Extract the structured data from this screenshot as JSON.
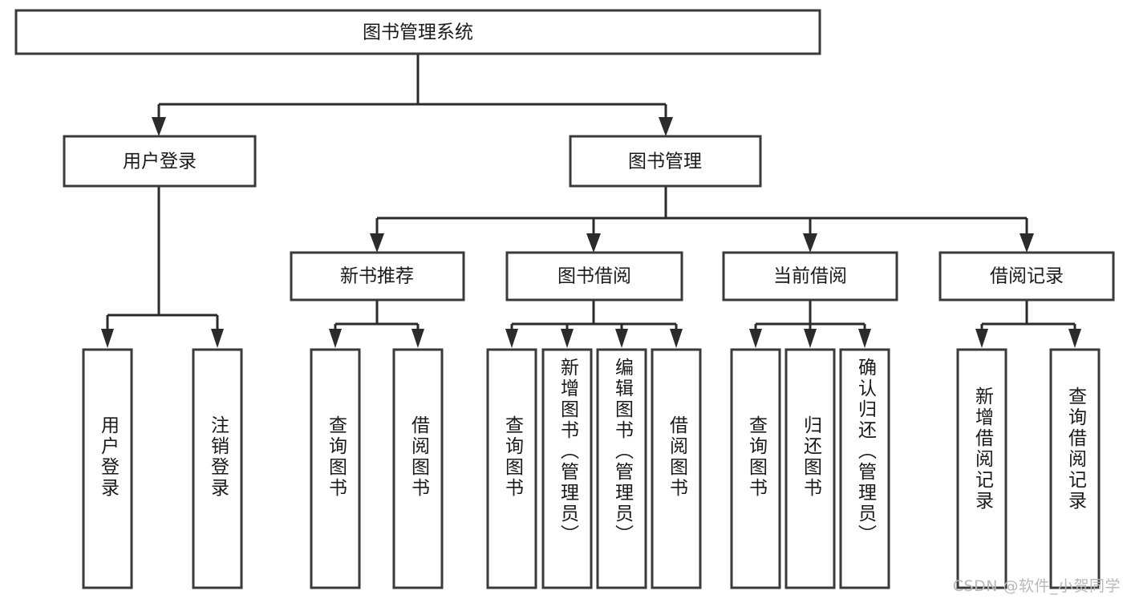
{
  "diagram": {
    "title": "图书管理系统",
    "type": "tree",
    "root": {
      "id": "root",
      "label": "图书管理系统",
      "orientation": "horizontal"
    },
    "level2": [
      {
        "id": "user-login",
        "label": "用户登录",
        "orientation": "horizontal"
      },
      {
        "id": "book-manage",
        "label": "图书管理",
        "orientation": "horizontal"
      }
    ],
    "level3": [
      {
        "id": "new-book-recommend",
        "label": "新书推荐",
        "parent": "book-manage",
        "orientation": "horizontal"
      },
      {
        "id": "book-borrow",
        "label": "图书借阅",
        "parent": "book-manage",
        "orientation": "horizontal"
      },
      {
        "id": "current-borrow",
        "label": "当前借阅",
        "parent": "book-manage",
        "orientation": "horizontal"
      },
      {
        "id": "borrow-record",
        "label": "借阅记录",
        "parent": "book-manage",
        "orientation": "horizontal"
      }
    ],
    "leaves": [
      {
        "id": "leaf-user-login",
        "label": "用户登录",
        "parent": "user-login",
        "orientation": "vertical"
      },
      {
        "id": "leaf-user-logout",
        "label": "注销登录",
        "parent": "user-login",
        "orientation": "vertical"
      },
      {
        "id": "leaf-query-book-1",
        "label": "查询图书",
        "parent": "new-book-recommend",
        "orientation": "vertical"
      },
      {
        "id": "leaf-borrow-book-1",
        "label": "借阅图书",
        "parent": "new-book-recommend",
        "orientation": "vertical"
      },
      {
        "id": "leaf-query-book-2",
        "label": "查询图书",
        "parent": "book-borrow",
        "orientation": "vertical"
      },
      {
        "id": "leaf-add-book",
        "label": "新增图书（管理员）",
        "parent": "book-borrow",
        "orientation": "vertical"
      },
      {
        "id": "leaf-edit-book",
        "label": "编辑图书（管理员）",
        "parent": "book-borrow",
        "orientation": "vertical"
      },
      {
        "id": "leaf-borrow-book-2",
        "label": "借阅图书",
        "parent": "book-borrow",
        "orientation": "vertical"
      },
      {
        "id": "leaf-query-book-3",
        "label": "查询图书",
        "parent": "current-borrow",
        "orientation": "vertical"
      },
      {
        "id": "leaf-return-book",
        "label": "归还图书",
        "parent": "current-borrow",
        "orientation": "vertical"
      },
      {
        "id": "leaf-confirm-return",
        "label": "确认归还（管理员）",
        "parent": "current-borrow",
        "orientation": "vertical"
      },
      {
        "id": "leaf-add-record",
        "label": "新增借阅记录",
        "parent": "borrow-record",
        "orientation": "vertical"
      },
      {
        "id": "leaf-query-record",
        "label": "查询借阅记录",
        "parent": "borrow-record",
        "orientation": "vertical"
      }
    ],
    "colors": {
      "background": "#ffffff",
      "box_fill": "#ffffff",
      "box_stroke": "#3a3a3a",
      "connector": "#2b2b2b",
      "text": "#1a1a1a",
      "watermark": "#b9b9b9"
    }
  },
  "watermark": {
    "text": "CSDN @软件_小贺同学"
  }
}
